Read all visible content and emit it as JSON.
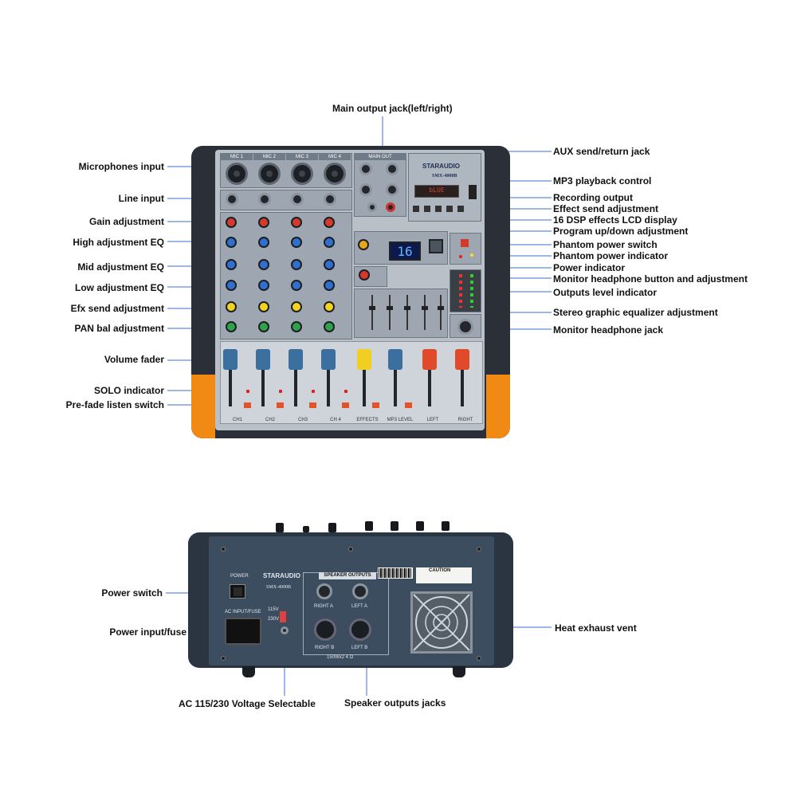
{
  "labels": {
    "main_output_jack": "Main output jack(left/right)",
    "microphones_input": "Microphones input",
    "line_input": "Line input",
    "gain_adjustment": "Gain adjustment",
    "high_eq": "High adjustment EQ",
    "mid_eq": "Mid adjustment EQ",
    "low_eq": "Low adjustment EQ",
    "efx_send": "Efx send adjustment",
    "pan_bal": "PAN bal adjustment",
    "volume_fader": "Volume fader",
    "solo_indicator": "SOLO indicator",
    "pre_fade": "Pre-fade listen switch",
    "aux_send_return": "AUX send/return jack",
    "mp3_control": "MP3 playback control",
    "recording_output": "Recording output",
    "effect_send": "Effect send adjustment",
    "dsp_display": "16 DSP effects LCD display",
    "program_updown": "Program up/down adjustment",
    "phantom_switch": "Phantom power switch",
    "phantom_indicator": "Phantom power indicator",
    "power_indicator": "Power indicator",
    "monitor_headphone_btn": "Monitor headphone button and adjustment",
    "outputs_level": "Outputs level indicator",
    "stereo_geq": "Stereo graphic equalizer adjustment",
    "monitor_headphone_jack": "Monitor headphone jack",
    "power_switch": "Power switch",
    "power_input": "Power input/fuse",
    "voltage_select": "AC 115/230 Voltage Selectable",
    "speaker_jacks": "Speaker outputs jacks",
    "heat_vent": "Heat exhaust vent"
  },
  "front_panel": {
    "brand": "STARAUDIO",
    "model": "SMX-4000B",
    "mic_headers": [
      "MIC 1",
      "MIC 2",
      "MIC 3",
      "MIC 4"
    ],
    "main_out_header": "MAIN OUT",
    "mp3_display": "bLUE",
    "lcd_display": "16",
    "channel_names": [
      "CH1",
      "CH2",
      "CH3",
      "CH 4",
      "EFFECTS",
      "MP3 LEVEL",
      "LEFT",
      "RIGHT"
    ]
  },
  "back_panel": {
    "brand": "STARAUDIO",
    "model": "SMX-4000B",
    "power_label": "POWER",
    "ac_input_label": "AC INPUT/FUSE",
    "speaker_outputs_header": "SPEAKER OUTPUTS",
    "jack_labels": [
      "RIGHT A",
      "LEFT A",
      "RIGHT B",
      "LEFT B"
    ],
    "power_rating": "150Wx2  4 Ω",
    "voltage_options": [
      "115V",
      "230V"
    ],
    "caution": "CAUTION"
  },
  "colors": {
    "leader_line": "#3b6fd1",
    "body": "#2a2f38",
    "accent_orange": "#f08a14"
  }
}
